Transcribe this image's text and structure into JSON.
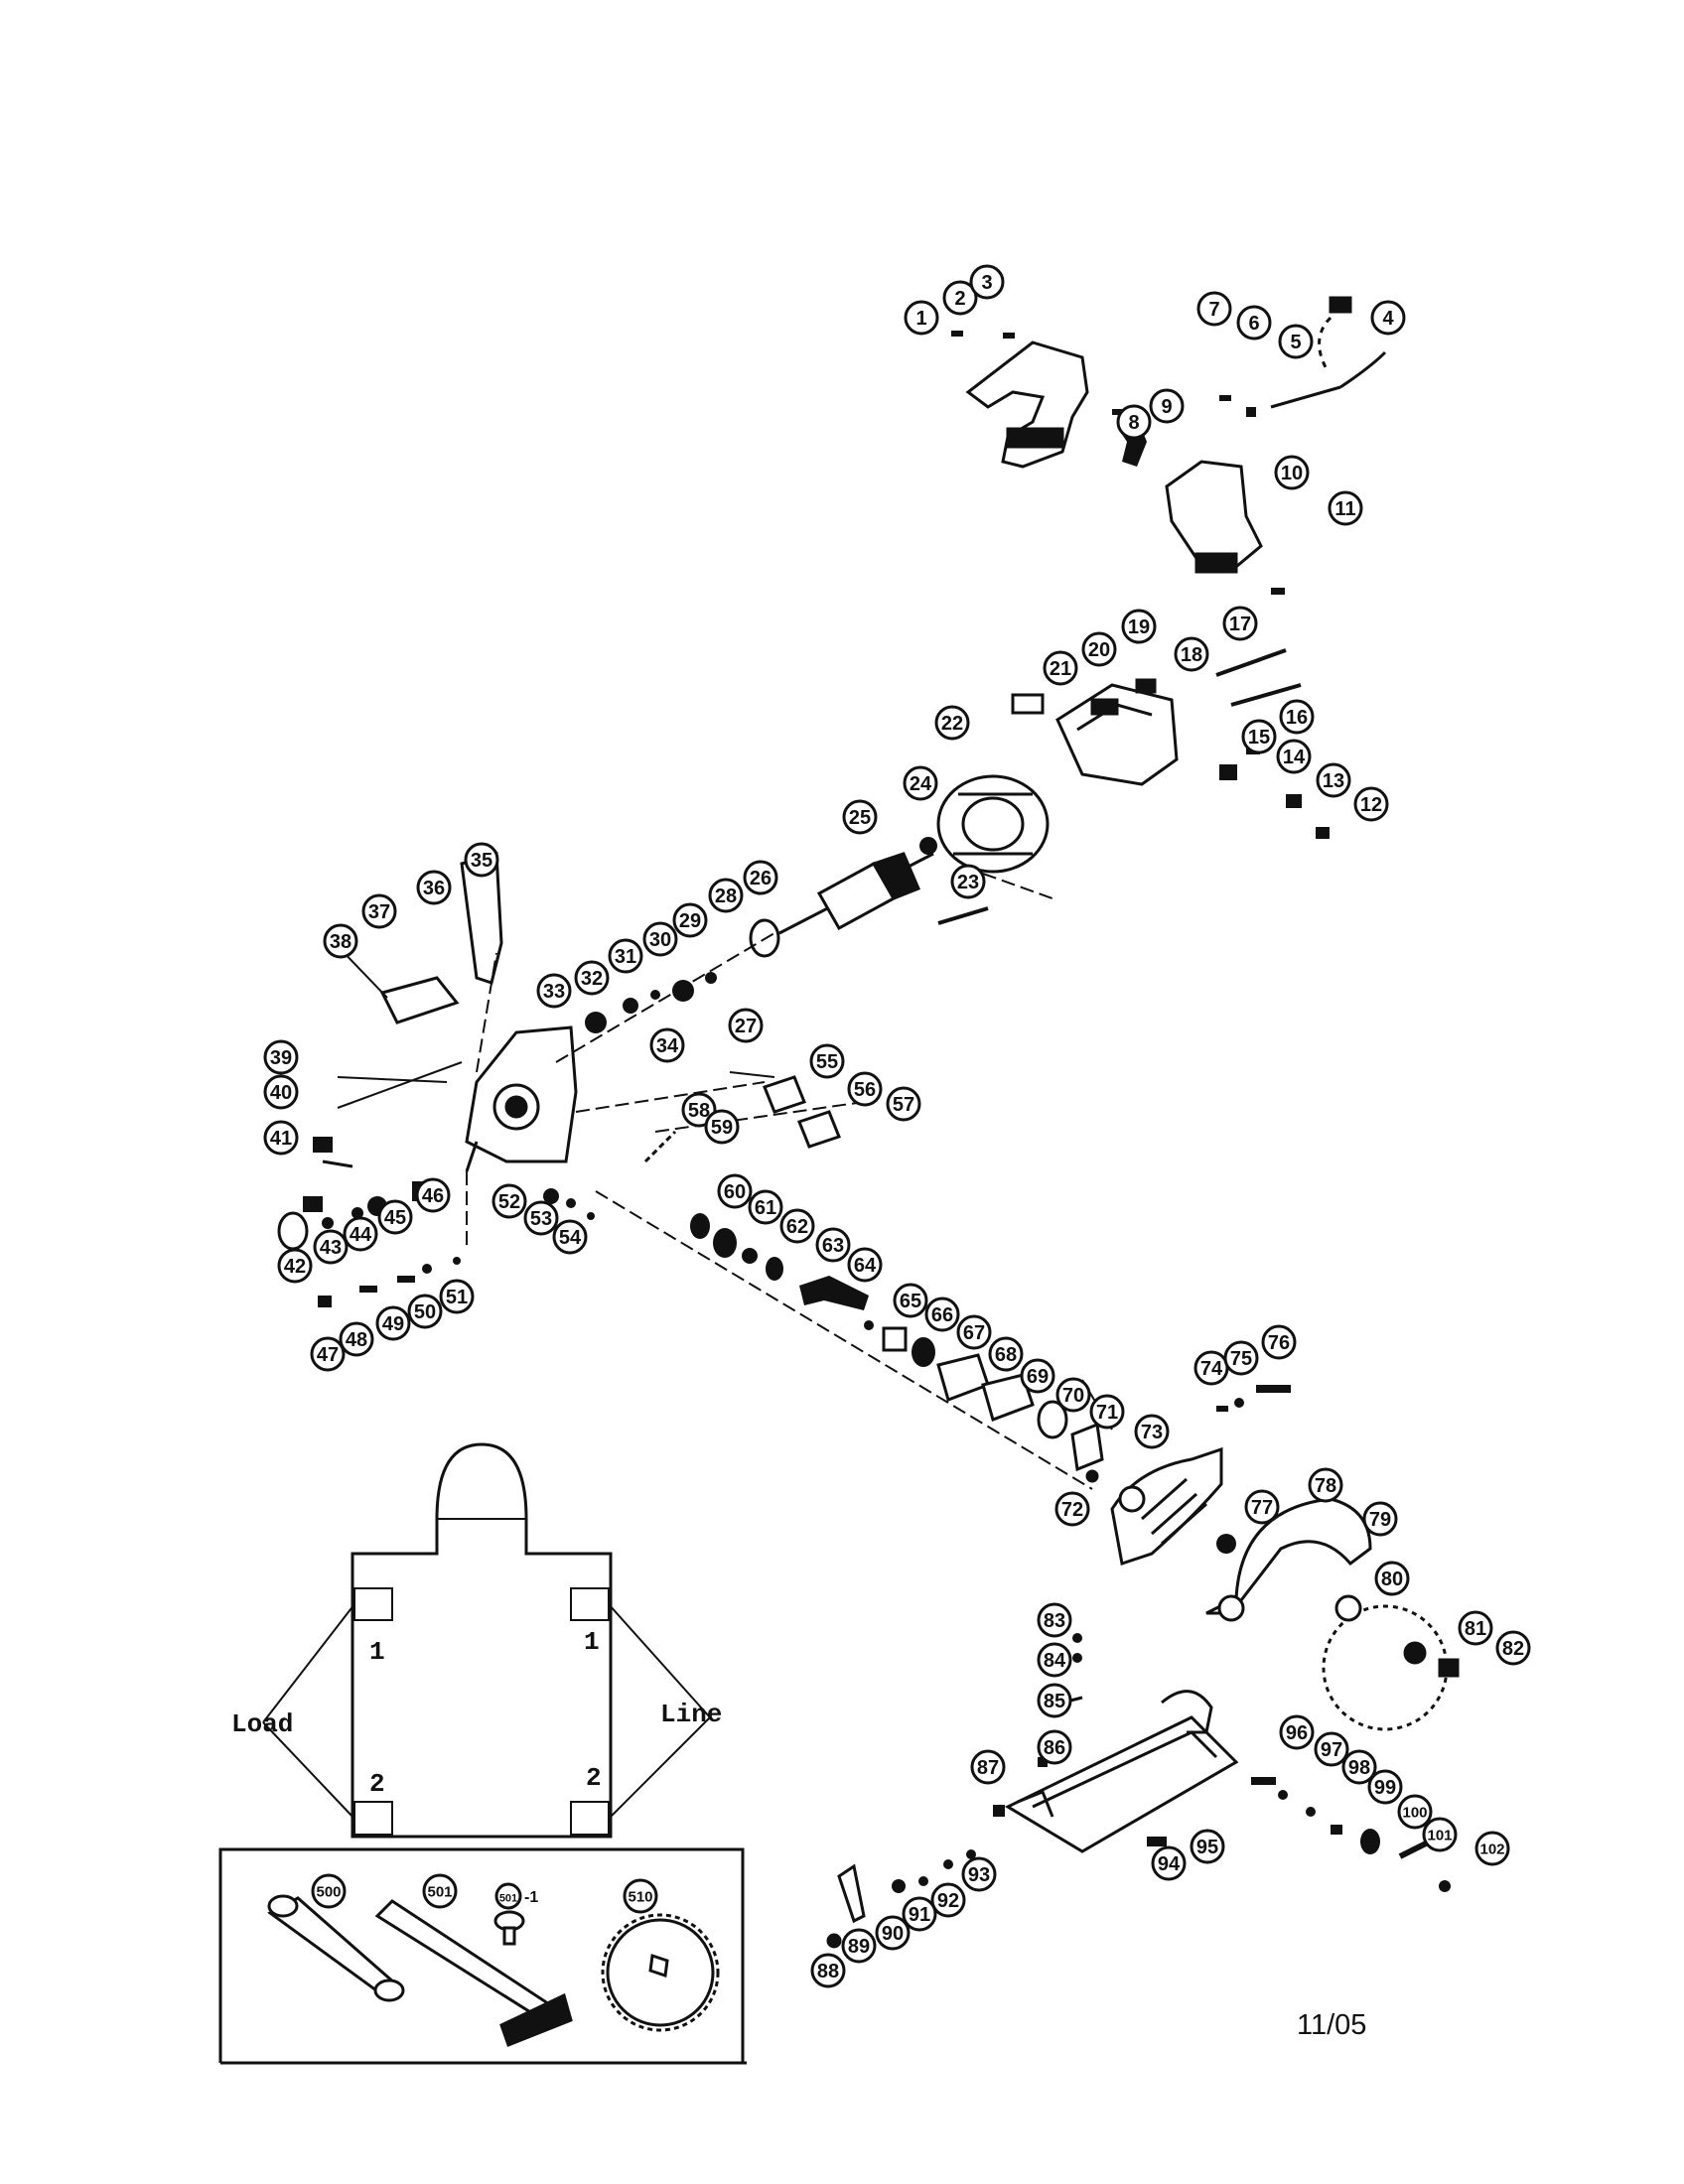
{
  "callouts": [
    "1",
    "2",
    "3",
    "4",
    "5",
    "6",
    "7",
    "8",
    "9",
    "10",
    "11",
    "12",
    "13",
    "14",
    "15",
    "16",
    "17",
    "18",
    "19",
    "20",
    "21",
    "22",
    "23",
    "24",
    "25",
    "26",
    "27",
    "28",
    "29",
    "30",
    "31",
    "32",
    "33",
    "34",
    "35",
    "36",
    "37",
    "38",
    "39",
    "40",
    "41",
    "42",
    "43",
    "44",
    "45",
    "46",
    "47",
    "48",
    "49",
    "50",
    "51",
    "52",
    "53",
    "54",
    "55",
    "56",
    "57",
    "58",
    "59",
    "60",
    "61",
    "62",
    "63",
    "64",
    "65",
    "66",
    "67",
    "68",
    "69",
    "70",
    "71",
    "72",
    "73",
    "74",
    "75",
    "76",
    "77",
    "78",
    "79",
    "80",
    "81",
    "82",
    "83",
    "84",
    "85",
    "86",
    "87",
    "88",
    "89",
    "90",
    "91",
    "92",
    "93",
    "94",
    "95",
    "96",
    "97",
    "98",
    "99",
    "100",
    "101",
    "102"
  ],
  "accessories": [
    "500",
    "501",
    "501-1",
    "510"
  ],
  "wiring": {
    "load_label": "Load",
    "line_label": "Line",
    "terminal_1": "1",
    "terminal_2": "2"
  },
  "footer": {
    "date": "11/05"
  }
}
